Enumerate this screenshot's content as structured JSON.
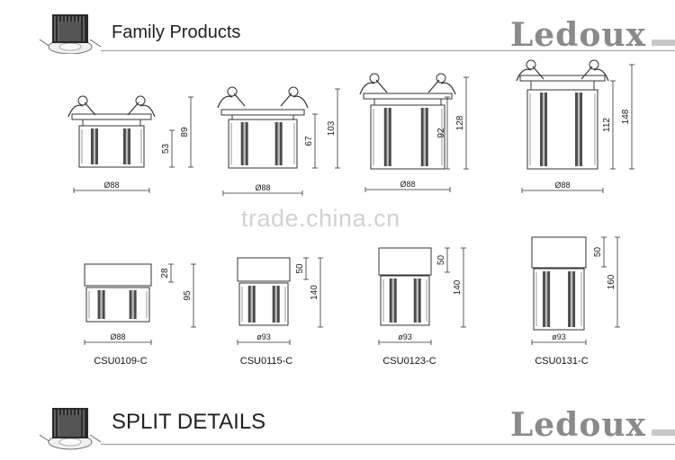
{
  "header": {
    "title": "Family Products",
    "logo": "Ledoux"
  },
  "footer": {
    "title": "SPLIT DETAILS",
    "logo": "Ledoux"
  },
  "watermark": "trade.china.cn",
  "assembled": [
    {
      "diameter": "Ø88",
      "body_height": "53",
      "total_height": "89"
    },
    {
      "diameter": "Ø88",
      "body_height": "67",
      "total_height": "103"
    },
    {
      "diameter": "Ø88",
      "body_height": "92",
      "total_height": "128"
    },
    {
      "diameter": "Ø88",
      "body_height": "112",
      "total_height": "148"
    }
  ],
  "split": [
    {
      "model": "CSU0109-C",
      "diameter": "Ø88",
      "cap_height": "28",
      "total_height": "95"
    },
    {
      "model": "CSU0115-C",
      "diameter": "ø93",
      "cap_height": "50",
      "total_height": "140"
    },
    {
      "model": "CSU0123-C",
      "diameter": "ø93",
      "cap_height": "50",
      "total_height": "140"
    },
    {
      "model": "CSU0131-C",
      "diameter": "ø93",
      "cap_height": "50",
      "total_height": "160"
    }
  ]
}
